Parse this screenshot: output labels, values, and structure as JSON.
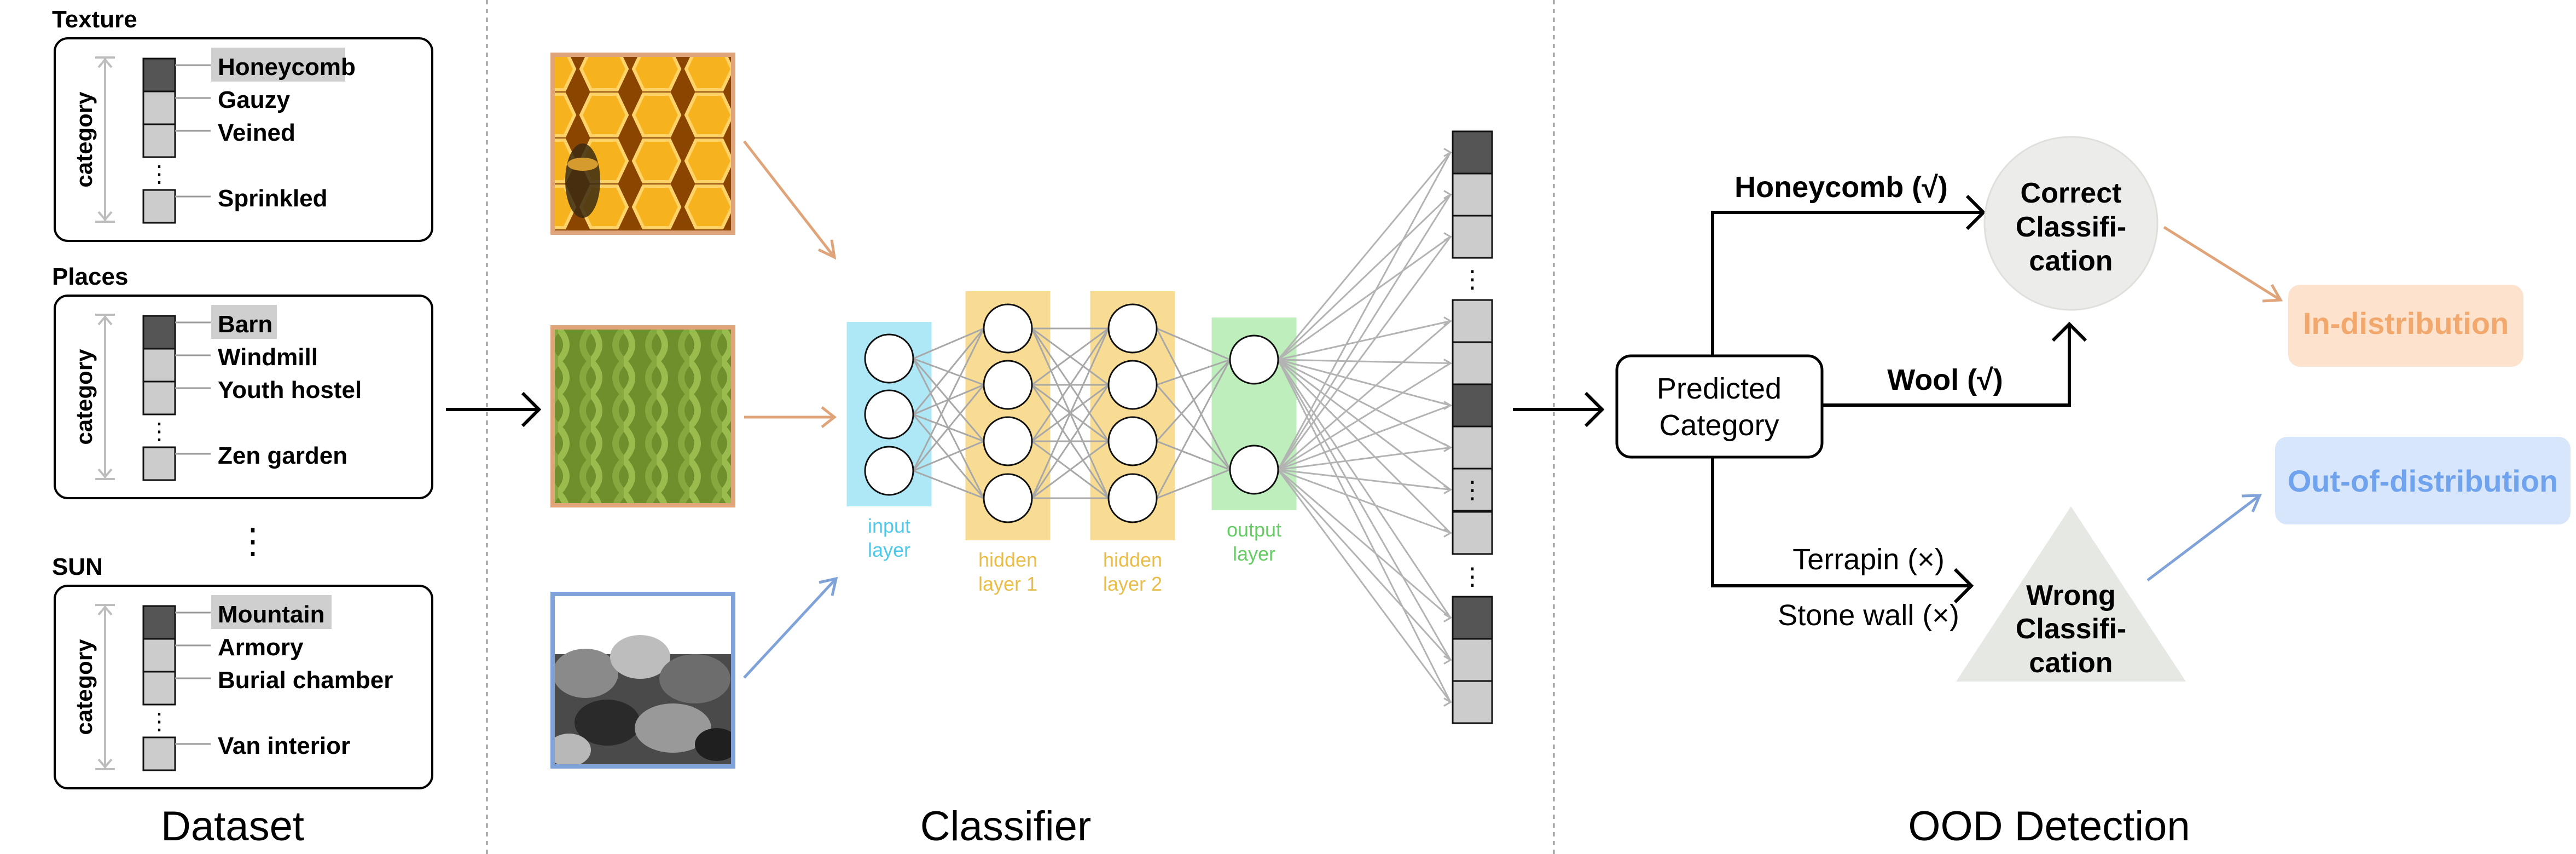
{
  "sections": {
    "dataset": "Dataset",
    "classifier": "Classifier",
    "ood": "OOD Detection"
  },
  "datasets": [
    {
      "name": "Texture",
      "axis_label": "category",
      "items": [
        "Honeycomb",
        "Gauzy",
        "Veined",
        "Sprinkled"
      ],
      "ellipsis": "⋮"
    },
    {
      "name": "Places",
      "axis_label": "category",
      "items": [
        "Barn",
        "Windmill",
        "Youth hostel",
        "Zen garden"
      ],
      "ellipsis": "⋮"
    },
    {
      "name": "SUN",
      "axis_label": "category",
      "items": [
        "Mountain",
        "Armory",
        "Burial chamber",
        "Van interior"
      ],
      "ellipsis": "⋮"
    }
  ],
  "dataset_ellipsis": "⋮",
  "images": [
    {
      "name": "honeycomb-image",
      "border": "#e0a47a"
    },
    {
      "name": "wool-image",
      "border": "#e0a47a"
    },
    {
      "name": "stone-wall-image",
      "border": "#7fa3d8"
    }
  ],
  "network": {
    "layers": [
      {
        "label_line1": "input",
        "label_line2": "layer",
        "nodes": 3,
        "fill": "#aee8f7",
        "label_color": "#4ec9ea"
      },
      {
        "label_line1": "hidden",
        "label_line2": "layer 1",
        "nodes": 4,
        "fill": "#f9dc93",
        "label_color": "#e9bd49"
      },
      {
        "label_line1": "hidden",
        "label_line2": "layer 2",
        "nodes": 4,
        "fill": "#f9dc93",
        "label_color": "#e9bd49"
      },
      {
        "label_line1": "output",
        "label_line2": "layer",
        "nodes": 2,
        "fill": "#bdeebc",
        "label_color": "#64cc63"
      }
    ],
    "output_vector_ellipsis": "⋮"
  },
  "ood": {
    "predicted_line1": "Predicted",
    "predicted_line2": "Category",
    "honeycomb_label": "Honeycomb (√)",
    "wool_label": "Wool (√)",
    "terrapin_label": "Terrapin (×)",
    "stonewall_label": "Stone wall (×)",
    "correct_line1": "Correct",
    "correct_line2": "Classifi-",
    "correct_line3": "cation",
    "wrong_line1": "Wrong",
    "wrong_line2": "Classifi-",
    "wrong_line3": "cation",
    "in_dist": "In-distribution",
    "out_dist": "Out-of-distribution"
  },
  "colors": {
    "orange": "#e0a47a",
    "blue": "#7fa3d8",
    "in_dist_bg": "#fde3cd",
    "in_dist_text": "#f2a86d",
    "out_dist_bg": "#d8e6fb",
    "out_dist_text": "#6fa3ee",
    "dark_cell": "#555555",
    "light_cell": "#cccccc",
    "highlight": "#cfcfcf",
    "circle_bg": "#ececea",
    "triangle_bg": "#e6e8e4"
  }
}
